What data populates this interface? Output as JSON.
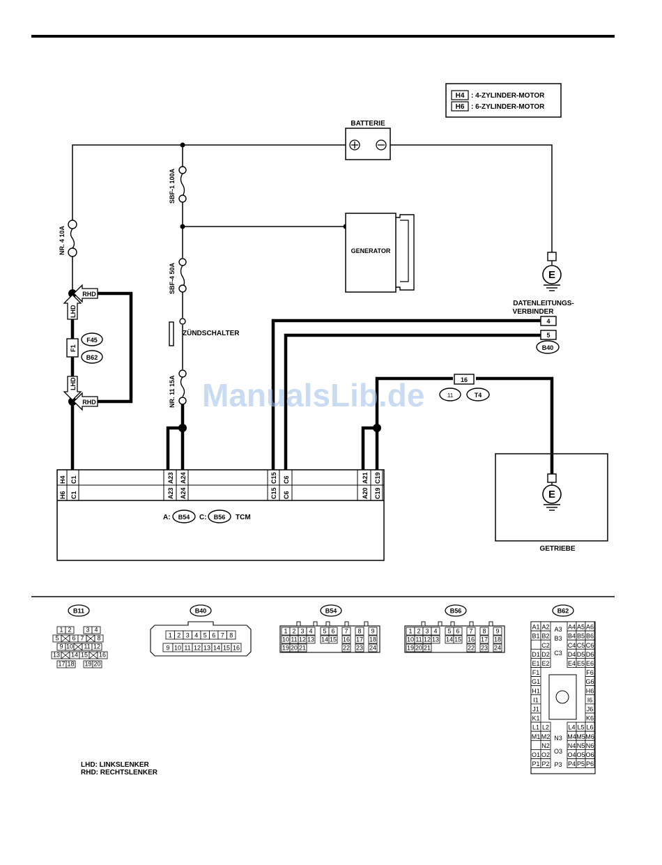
{
  "legend": {
    "h4_tag": "H4",
    "h4_text": ": 4-ZYLINDER-MOTOR",
    "h6_tag": "H6",
    "h6_text": ": 6-ZYLINDER-MOTOR"
  },
  "labels": {
    "battery": "BATTERIE",
    "generator": "GENERATOR",
    "ignition": "ZÜNDSCHALTER",
    "datalink_1": "DATENLEITUNGS-",
    "datalink_2": "VERBINDER",
    "transmission": "GETRIEBE",
    "tcm_prefix_a": "A:",
    "tcm_prefix_c": "C:",
    "tcm": "TCM",
    "ground": "E"
  },
  "fuses": {
    "sbf1": "SBF-1 100A",
    "sbf4": "SBF-4 50A",
    "nr4": "NR. 4 10A",
    "nr11": "NR. 11 15A",
    "f1": "F1"
  },
  "connectors": {
    "f45": "F45",
    "b62": "B62",
    "b40": "B40",
    "b54": "B54",
    "b56": "B56",
    "t4": "T4",
    "t4_pin": "16",
    "t4_other": "11",
    "b11": "B11"
  },
  "steering": {
    "rhd": "RHD",
    "lhd": "LHD"
  },
  "datalink_pins": [
    "4",
    "5"
  ],
  "tcm_pins": {
    "row1": [
      "H4",
      "C1",
      "A23",
      "A24",
      "C15",
      "C6",
      "A21",
      "C19"
    ],
    "row2": [
      "H6",
      "C1",
      "A23",
      "A24",
      "C15",
      "C6",
      "A20",
      "C19"
    ]
  },
  "footnote": {
    "lhd": "LHD: LINKSLENKER",
    "rhd": "RHD: RECHTSLENKER"
  },
  "watermark": "ManualsLib.de",
  "b11_pins": {
    "r1": [
      "1",
      "2",
      "3",
      "4"
    ],
    "r2": [
      "5",
      "6",
      "7",
      "8"
    ],
    "r3": [
      "9",
      "10",
      "11",
      "12"
    ],
    "r4": [
      "13",
      "14",
      "15",
      "16"
    ],
    "r5": [
      "17",
      "18",
      "19",
      "20"
    ]
  },
  "b40_pins": {
    "r1": [
      "1",
      "2",
      "3",
      "4",
      "5",
      "6",
      "7",
      "8"
    ],
    "r2": [
      "9",
      "10",
      "11",
      "12",
      "13",
      "14",
      "15",
      "16"
    ]
  },
  "b54_pins": {
    "r1": [
      "1",
      "2",
      "3",
      "4",
      "5",
      "6",
      "7",
      "8",
      "9"
    ],
    "r2": [
      "10",
      "11",
      "12",
      "13",
      "14",
      "15",
      "16",
      "17",
      "18"
    ],
    "r3": [
      "19",
      "20",
      "21",
      "22",
      "23",
      "24"
    ]
  },
  "b62_pins": {
    "left": [
      [
        "A1",
        "A2"
      ],
      [
        "B1",
        "B2"
      ],
      [
        "",
        "C2"
      ],
      [
        "D1",
        "D2"
      ],
      [
        "E1",
        "E2"
      ],
      [
        "F1",
        ""
      ],
      [
        "G1",
        ""
      ],
      [
        "H1",
        ""
      ],
      [
        "I1",
        ""
      ],
      [
        "J1",
        ""
      ],
      [
        "K1",
        ""
      ],
      [
        "L1",
        "L2"
      ],
      [
        "M1",
        "M2"
      ],
      [
        "",
        "N2"
      ],
      [
        "O1",
        "O2"
      ],
      [
        "P1",
        "P2"
      ]
    ],
    "right": [
      [
        "A4",
        "A5",
        "A6"
      ],
      [
        "B4",
        "B5",
        "B6"
      ],
      [
        "C4",
        "C5",
        "C6"
      ],
      [
        "D4",
        "D5",
        "D6"
      ],
      [
        "E4",
        "E5",
        "E6"
      ],
      [
        "",
        "",
        "F6"
      ],
      [
        "",
        "",
        "G6"
      ],
      [
        "",
        "",
        "H6"
      ],
      [
        "",
        "",
        "I6"
      ],
      [
        "",
        "",
        "J6"
      ],
      [
        "",
        "",
        "K6"
      ],
      [
        "L4",
        "L5",
        "L6"
      ],
      [
        "M4",
        "M5",
        "M6"
      ],
      [
        "N4",
        "N5",
        "N6"
      ],
      [
        "O4",
        "O5",
        "O6"
      ],
      [
        "P4",
        "P5",
        "P6"
      ]
    ],
    "center": [
      "A3",
      "B3",
      "C3",
      "N3",
      "O3",
      "P3"
    ]
  }
}
